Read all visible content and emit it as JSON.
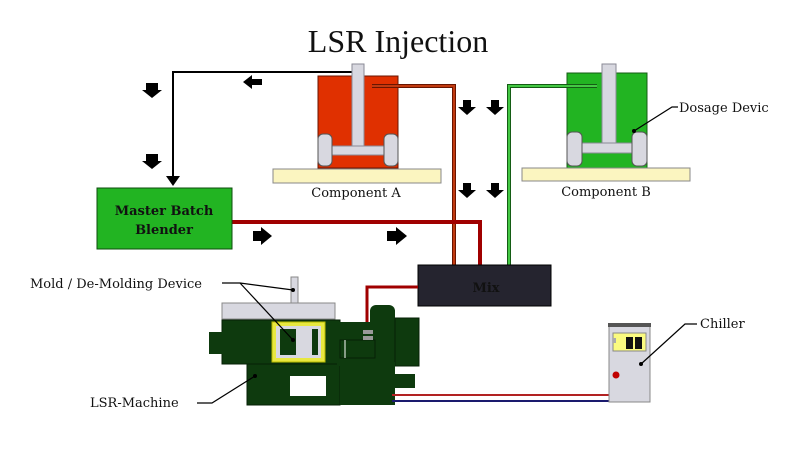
{
  "title": "LSR Injection",
  "components": {
    "component_a": {
      "label": "Component A",
      "color": "#e03000"
    },
    "component_b": {
      "label": "Component B",
      "color": "#22b422"
    },
    "dosage_device": {
      "label": "Dosage Devic"
    },
    "master_batch": {
      "label_line1": "Master Batch",
      "label_line2": "Blender",
      "color": "#22b422"
    },
    "mix": {
      "label": "Mix",
      "color": "#25242f"
    },
    "mold": {
      "label": "Mold / De-Molding Device"
    },
    "machine": {
      "label": "LSR-Machine",
      "color": "#0e3a0e"
    },
    "chiller": {
      "label": "Chiller"
    }
  },
  "pipes": {
    "component_a_line": "#a01800",
    "component_b_line": "#2e8b2e",
    "master_batch_line": "#a00000",
    "return_line": "#000000",
    "chiller_supply": "#b22222",
    "chiller_return": "#1a1a6e"
  },
  "flow_arrows": [
    {
      "id": "left-arrow-top",
      "direction": "left"
    },
    {
      "id": "down-arrow-left-1",
      "direction": "down"
    },
    {
      "id": "down-arrow-left-2",
      "direction": "down"
    },
    {
      "id": "down-arrow-mid-1",
      "direction": "down"
    },
    {
      "id": "down-arrow-mid-2",
      "direction": "down"
    },
    {
      "id": "down-arrow-mid-3",
      "direction": "down"
    },
    {
      "id": "down-arrow-mid-4",
      "direction": "down"
    },
    {
      "id": "right-arrow-1",
      "direction": "right"
    },
    {
      "id": "right-arrow-2",
      "direction": "right"
    }
  ]
}
